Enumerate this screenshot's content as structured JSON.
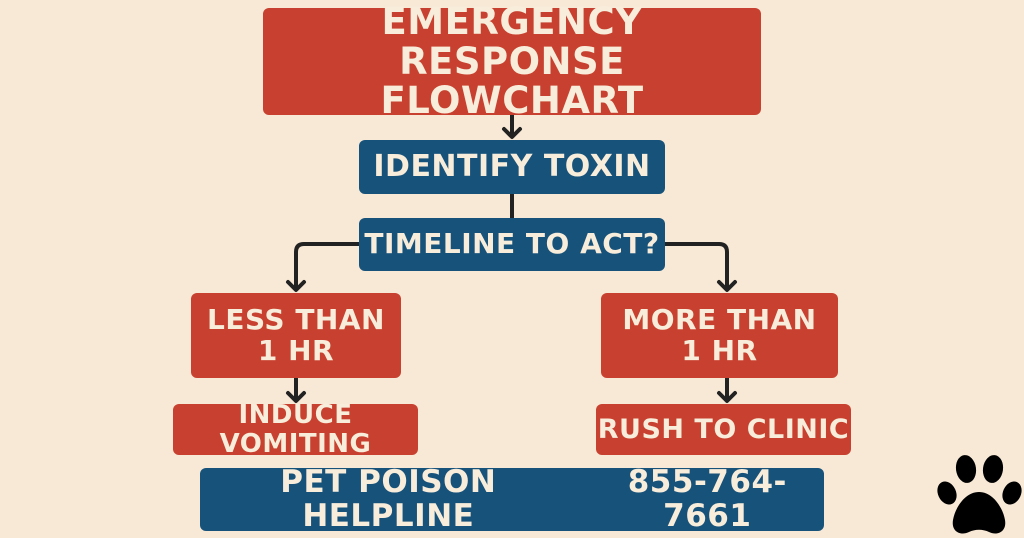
{
  "flowchart": {
    "title": {
      "line1": "Emergency Response",
      "line2": "Flowchart"
    },
    "step1": "Identify Toxin",
    "decision": "Timeline to Act?",
    "branches": [
      {
        "condition_line1": "Less than",
        "condition_line2": "1 hr",
        "action": "Induce Vomiting"
      },
      {
        "condition_line1": "More than",
        "condition_line2": "1 hr",
        "action": "Rush to Clinic"
      }
    ],
    "helpline": {
      "label": "Pet Poison Helpline",
      "phone": "855-764-7661"
    }
  },
  "icons": {
    "corner": "paw-print-icon"
  },
  "colors": {
    "background": "#f8e9d6",
    "red": "#c8402f",
    "blue": "#17527b",
    "text": "#f8ecda",
    "connector": "#222222"
  }
}
